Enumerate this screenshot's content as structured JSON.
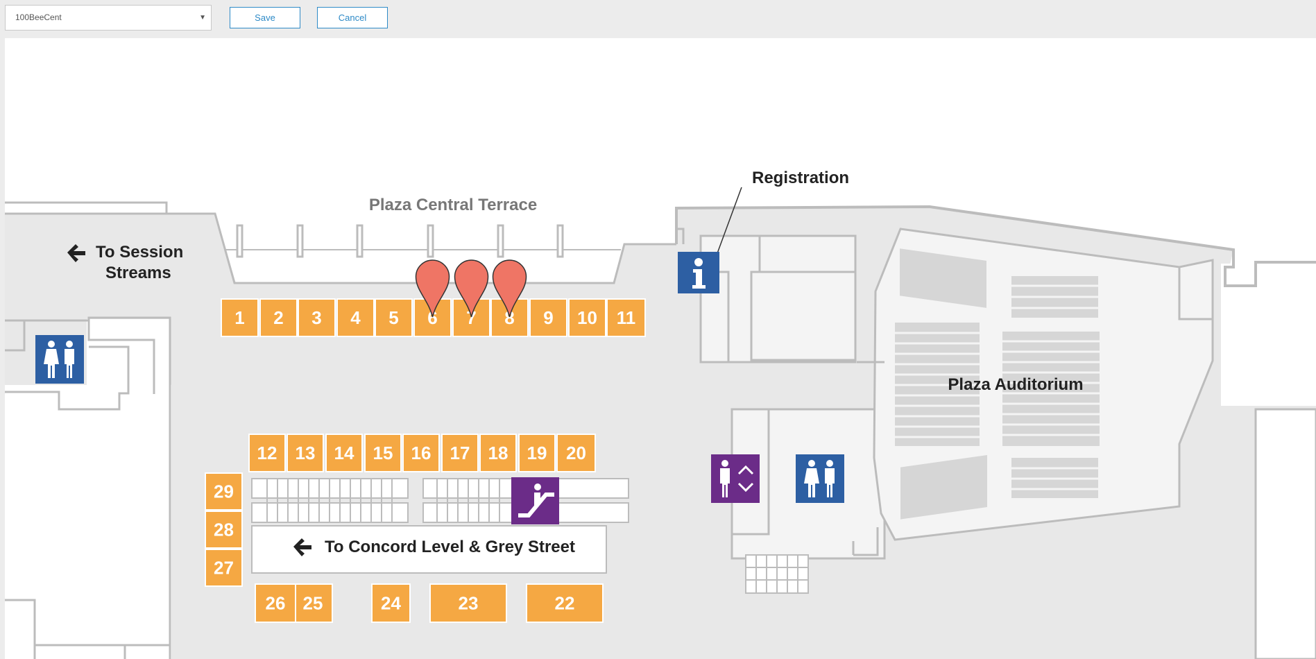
{
  "toolbar": {
    "map_select_value": "100BeeCent",
    "save_label": "Save",
    "cancel_label": "Cancel"
  },
  "map": {
    "labels": {
      "terrace": "Plaza Central Terrace",
      "registration": "Registration",
      "session_line1": "To Session",
      "session_line2": "Streams",
      "auditorium": "Plaza Auditorium",
      "concord": "To Concord Level & Grey Street"
    },
    "booths": [
      "1",
      "2",
      "3",
      "4",
      "5",
      "6",
      "7",
      "8",
      "9",
      "10",
      "11",
      "12",
      "13",
      "14",
      "15",
      "16",
      "17",
      "18",
      "19",
      "20",
      "22",
      "23",
      "24",
      "25",
      "26",
      "27",
      "28",
      "29"
    ],
    "pins_on_booths": [
      "6",
      "7",
      "8"
    ],
    "icons": [
      "info-icon",
      "restroom-icon",
      "elevator-icon",
      "escalator-icon",
      "arrow-left-icon"
    ],
    "colors": {
      "booth": "#f5a843",
      "pin": "#ef7565",
      "icon_blue": "#2d5fa3",
      "icon_purple": "#6b2c88",
      "floor": "#e8e8e8",
      "wall": "#bcbcbc"
    }
  }
}
